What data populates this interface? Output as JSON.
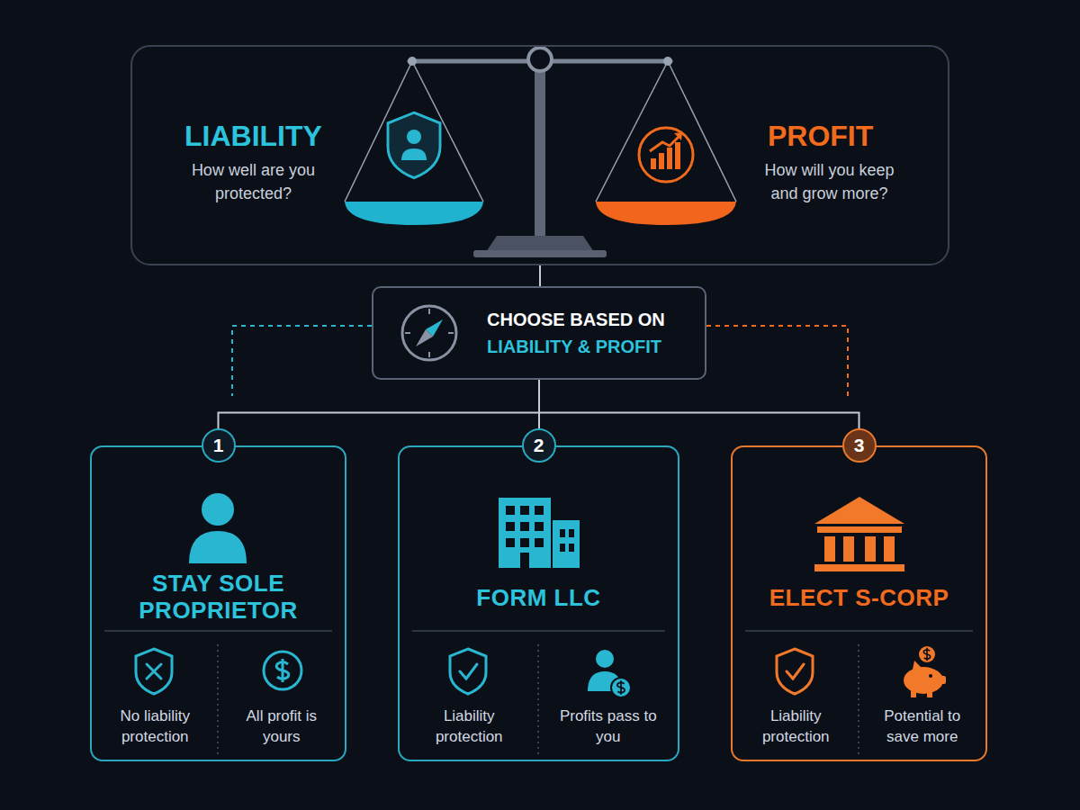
{
  "diagram": {
    "nodes": [
      {
        "text": [
          "LIABILITY",
          "How well are you protected?",
          "PROFIT",
          "How will you keep and grow more?"
        ]
      },
      {
        "text": [
          "CHOOSE BASED ON",
          "LIABILITY & PROFIT"
        ]
      },
      {
        "text": [
          "STAY SOLE PROPRIETOR",
          "No liability protection",
          "All profit is yours"
        ]
      },
      {
        "text": [
          "1"
        ],
        "in": 2
      },
      {
        "text": [
          "FORM LLC",
          "Liability protection",
          "Profits pass to you"
        ]
      },
      {
        "text": [
          "2"
        ],
        "in": 4
      },
      {
        "text": [
          "ELECT S-CORP",
          "Liability protection",
          "Potential to save more"
        ]
      },
      {
        "text": [
          "3"
        ],
        "in": 6
      }
    ],
    "edges": [
      {
        "from": 0,
        "to": 1,
        "arrow": "none"
      },
      {
        "from": 1,
        "to": 2,
        "arrow": "none"
      },
      {
        "from": 1,
        "to": 4,
        "arrow": "none"
      },
      {
        "from": 1,
        "to": 6,
        "arrow": "none"
      }
    ]
  }
}
